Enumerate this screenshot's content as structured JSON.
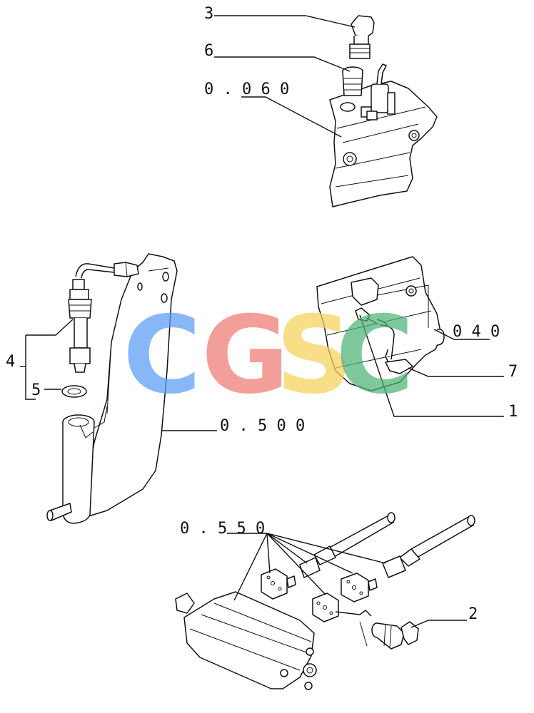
{
  "callouts": {
    "c3": "3",
    "c6": "6",
    "c0060": "0 . 0 6 0",
    "c4": "4",
    "c5": "5",
    "c0500": "0 . 5 0 0",
    "c040": "0 4 0",
    "c7": "7",
    "c1": "1",
    "c0550": "0 . 5 5 0",
    "c2": "2"
  },
  "watermark": {
    "letters": [
      "C",
      "G",
      "S",
      "C"
    ],
    "colors": [
      "#5b9cf5",
      "#ef7b73",
      "#f7d25b",
      "#4fb37a"
    ]
  }
}
